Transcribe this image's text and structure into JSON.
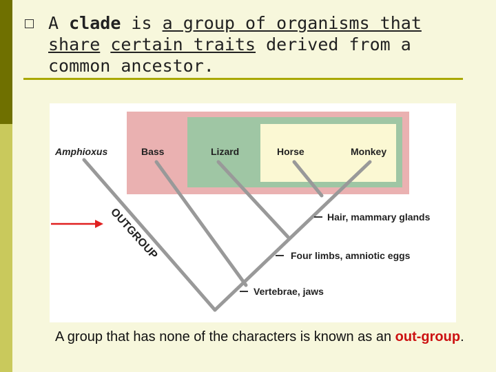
{
  "bullet": {
    "before": "A ",
    "bold": "clade",
    "mid": " is ",
    "underlined_1": "a group of organisms that share",
    "space": " ",
    "underlined_2": "certain traits",
    "after": " derived from a common ancestor."
  },
  "diagram": {
    "taxa": [
      "Amphioxus",
      "Bass",
      "Lizard",
      "Horse",
      "Monkey"
    ],
    "characters": [
      "Hair, mammary glands",
      "Four limbs, amniotic eggs",
      "Vertebrae, jaws"
    ],
    "outgroup_label": "OUTGROUP",
    "colors": {
      "outer_box": "#eab1b1",
      "middle_box": "#9fc6a4",
      "inner_box": "#fbf8d3",
      "arrow": "#e02020",
      "branch": "#999999"
    }
  },
  "caption": {
    "text": "A group that has none of the characters is known as an ",
    "highlight": "out-group",
    "end": "."
  }
}
